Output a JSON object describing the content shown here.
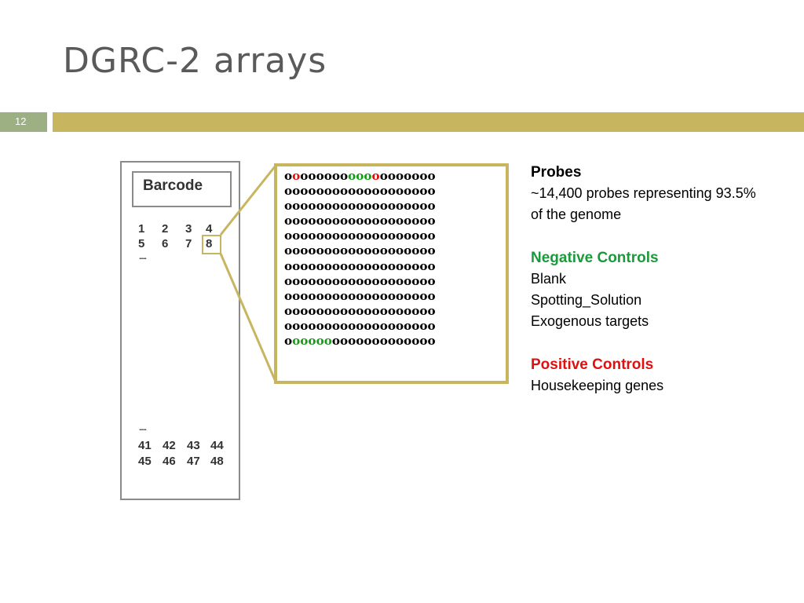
{
  "title": "DGRC-2 arrays",
  "page_number": "12",
  "colors": {
    "accent_bar": "#c8b560",
    "page_num_box": "#9cb084",
    "negative": "#1a9a3a",
    "positive": "#e01010",
    "spot_red": "#e01010",
    "spot_green": "#1a9a1a"
  },
  "slide_diagram": {
    "barcode_label": "Barcode",
    "well_rows_top": [
      [
        "1",
        "2",
        "3",
        "4"
      ],
      [
        "5",
        "6",
        "7",
        "8"
      ]
    ],
    "dots_top": ".....",
    "dots_bottom": ".....",
    "well_rows_bottom": [
      [
        "41",
        "42",
        "43",
        "44"
      ],
      [
        "45",
        "46",
        "47",
        "48"
      ]
    ],
    "highlighted_well": "8"
  },
  "spot_grid": {
    "glyph": "o",
    "columns": 19,
    "rows": 12,
    "colored": [
      {
        "row": 0,
        "col": 1,
        "color": "red"
      },
      {
        "row": 0,
        "col": 8,
        "color": "green"
      },
      {
        "row": 0,
        "col": 9,
        "color": "green"
      },
      {
        "row": 0,
        "col": 10,
        "color": "green"
      },
      {
        "row": 0,
        "col": 11,
        "color": "red"
      },
      {
        "row": 11,
        "col": 1,
        "color": "green"
      },
      {
        "row": 11,
        "col": 2,
        "color": "green"
      },
      {
        "row": 11,
        "col": 3,
        "color": "green"
      },
      {
        "row": 11,
        "col": 4,
        "color": "green"
      },
      {
        "row": 11,
        "col": 5,
        "color": "green"
      }
    ]
  },
  "legend": {
    "probes": {
      "heading": "Probes",
      "lines": [
        "~14,400 probes representing 93.5%",
        "of the genome"
      ]
    },
    "negative": {
      "heading": "Negative Controls",
      "lines": [
        "Blank",
        "Spotting_Solution",
        "Exogenous targets"
      ]
    },
    "positive": {
      "heading": "Positive Controls",
      "lines": [
        "Housekeeping genes"
      ]
    }
  }
}
